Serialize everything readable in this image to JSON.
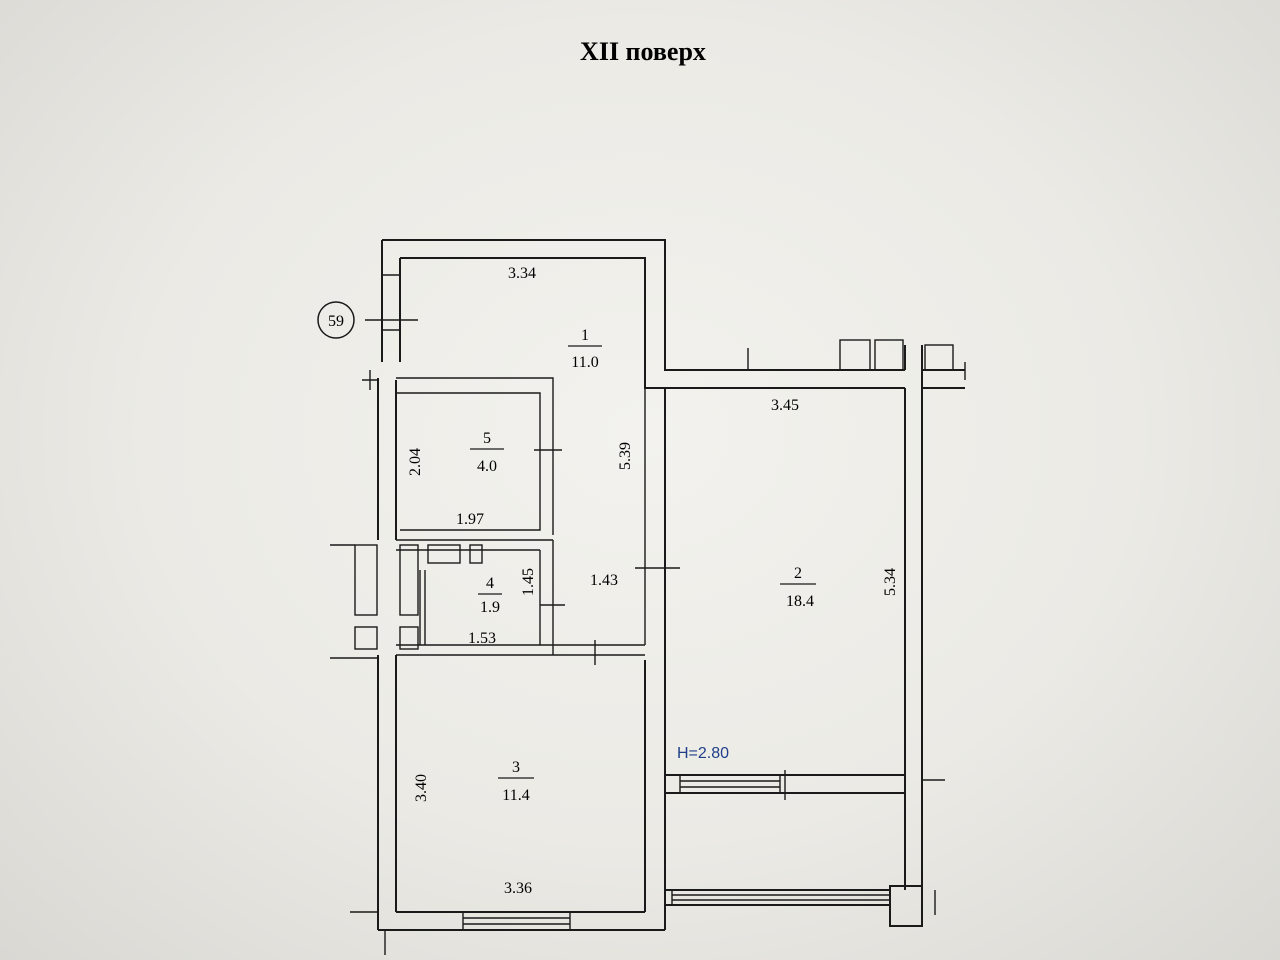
{
  "floor_title": "XII поверх",
  "apartment_number": "59",
  "ceiling_height": "H=2.80",
  "rooms": [
    {
      "number": "1",
      "area": "11.0"
    },
    {
      "number": "2",
      "area": "18.4"
    },
    {
      "number": "3",
      "area": "11.4"
    },
    {
      "number": "4",
      "area": "1.9"
    },
    {
      "number": "5",
      "area": "4.0"
    }
  ],
  "dimensions": {
    "room1_width": "3.34",
    "room1_length": "5.39",
    "room2_width": "3.45",
    "room2_length": "5.34",
    "room3_width": "3.36",
    "room3_length": "3.40",
    "room4_width": "1.53",
    "room4_length": "1.45",
    "room5_width": "1.97",
    "room5_length": "2.04",
    "hall_width": "1.43"
  }
}
